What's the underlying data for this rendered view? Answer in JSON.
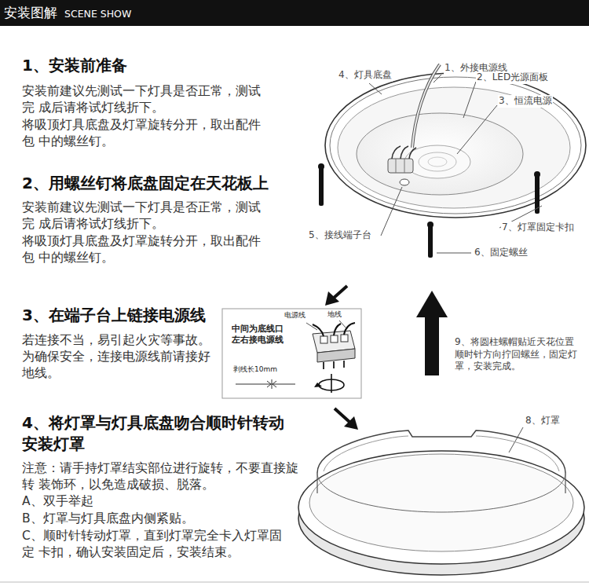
{
  "diagram": {
    "title": "安装图解",
    "nodes": [
      {
        "text": [
          "中间为底线口 左右接电源线",
          "电源线",
          "地线",
          "剥线长10mm"
        ]
      }
    ],
    "labels": [
      "1、安装前准备",
      "安装前建议先测试一下灯具是否正常，测试完 成后请将试灯线折下。",
      "将吸顶灯具底盘及灯罩旋转分开，取出配件包 中的螺丝钉。",
      "2、用螺丝钉将底盘固定在天花板上",
      "安装前建议先测试一下灯具是否正常，测试完 成后请将试灯线折下。",
      "将吸顶灯具底盘及灯罩旋转分开，取出配件包 中的螺丝钉。",
      "3、在端子台上链接电源线",
      "若连接不当，易引起火灾等事故。 为确保安全，连接电源线前请接好 地线。",
      "4、将灯罩与灯具底盘吻合顺时针转动 安装灯罩",
      "注意：请手持灯罩结实部位进行旋转，不要直接旋转 装饰环，以免造成破损、脱落。",
      "A、双手举起",
      "B、灯罩与灯具底盘内侧紧贴。",
      "C、顺时针转动灯罩，直到灯罩完全卡入灯罩固定 卡扣，确认安装固定后，安装结束。",
      "SCENE SHOW",
      "1、外接电源线",
      "2、LED光源面板",
      "3、恒流电源",
      "4、灯具底盘",
      "5、接线端子台",
      "6、固定螺丝",
      "7、灯罩固定卡扣",
      "8、灯罩",
      "9、将圆柱螺帽贴近天花位置 顺时针方向拧回螺丝，固定灯 罩，安装完成。"
    ]
  }
}
